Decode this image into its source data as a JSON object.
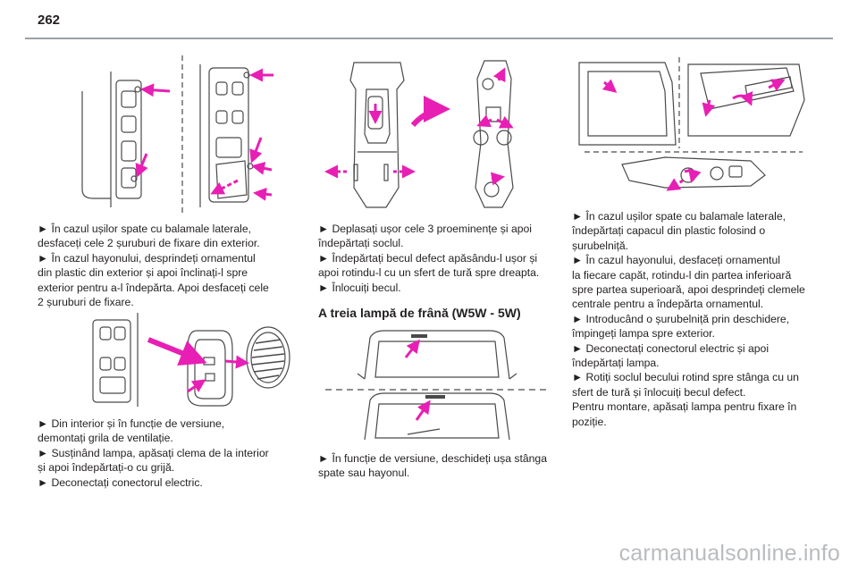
{
  "page": {
    "number": "262",
    "watermark": "carmanualsonline.info"
  },
  "col1": {
    "block1": [
      "► În cazul ușilor spate cu balamale laterale,",
      "desfaceți cele 2 șuruburi de fixare din exterior.",
      "► În cazul hayonului, desprindeți ornamentul",
      "din plastic din exterior și apoi înclinați-l spre",
      "exterior pentru a-l îndepărta. Apoi desfaceți cele",
      "2 șuruburi de fixare."
    ],
    "block2": [
      "► Din interior și în funcție de versiune,",
      "demontați grila de ventilație.",
      "► Susținând lampa, apăsați clema de la interior",
      "și apoi îndepărtați-o cu grijă.",
      "► Deconectați conectorul electric."
    ]
  },
  "col2": {
    "block1": [
      "► Deplasați ușor cele 3 proeminențe și apoi",
      "îndepărtați soclul.",
      "► Îndepărtați becul defect apăsându-l ușor și",
      "apoi rotindu-l cu un sfert de tură spre dreapta.",
      "► Înlocuiți becul."
    ],
    "heading": "A treia lampă de frână (W5W - 5W)",
    "block2": [
      "► În funcție de versiune, deschideți ușa stânga",
      "spate sau hayonul."
    ]
  },
  "col3": {
    "block1": [
      "► În cazul ușilor spate cu balamale laterale,",
      "îndepărtați capacul din plastic folosind o",
      "șurubelniță.",
      "► În cazul hayonului, desfaceți ornamentul",
      "la fiecare capăt, rotindu-l din partea inferioară",
      "spre partea superioară, apoi desprindeți clemele",
      "centrale pentru a îndepărta ornamentul.",
      "► Introducând o șurubelniță prin deschidere,",
      "împingeți lampa spre exterior.",
      "► Deconectați conectorul electric și apoi",
      "îndepărtați lampa.",
      "► Rotiți soclul becului rotind spre stânga cu un",
      "sfert de tură și înlocuiți becul defect.",
      "Pentru montare, apăsați lampa pentru fixare în",
      "poziție."
    ]
  },
  "colors": {
    "accent_arrow": "#e81fb4",
    "line_art": "#4a4a4a",
    "rule": "#9aa0a6",
    "watermark": "#b9bcbf"
  }
}
